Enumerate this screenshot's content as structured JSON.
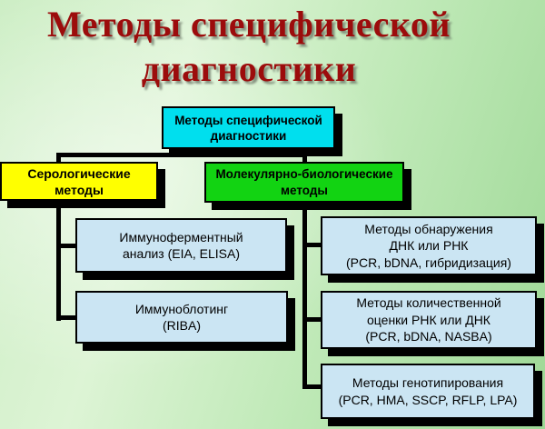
{
  "slide": {
    "title": "Методы специфической\nдиагностики",
    "colors": {
      "title_text": "#9c0c0c",
      "root_fill": "#00dfee",
      "serological_fill": "#ffff00",
      "molecular_fill": "#12d312",
      "child_fill": "#cbe5f3",
      "connector": "#000000",
      "box_border": "#000000",
      "box_shadow": "#000000",
      "background_light": "#e6f8de",
      "background_dark": "#9ed896"
    },
    "nodes": {
      "root": "Методы специфической\nдиагностики",
      "serological": "Серологические\nметоды",
      "molecular": "Молекулярно-биологические\nметоды",
      "eia": "Иммуноферментный\nанализ (EIA, ELISA)",
      "riba": "Иммуноблотинг\n(RIBA)",
      "dna_detection": "Методы обнаружения\nДНК или РНК\n(PCR, bDNA, гибридизация)",
      "rna_quantification": "Методы количественной\nоценки РНК или ДНК\n(PCR, bDNA, NASBA)",
      "genotyping": "Методы генотипирования\n(PCR, HMA, SSCP, RFLP, LPA)"
    }
  }
}
